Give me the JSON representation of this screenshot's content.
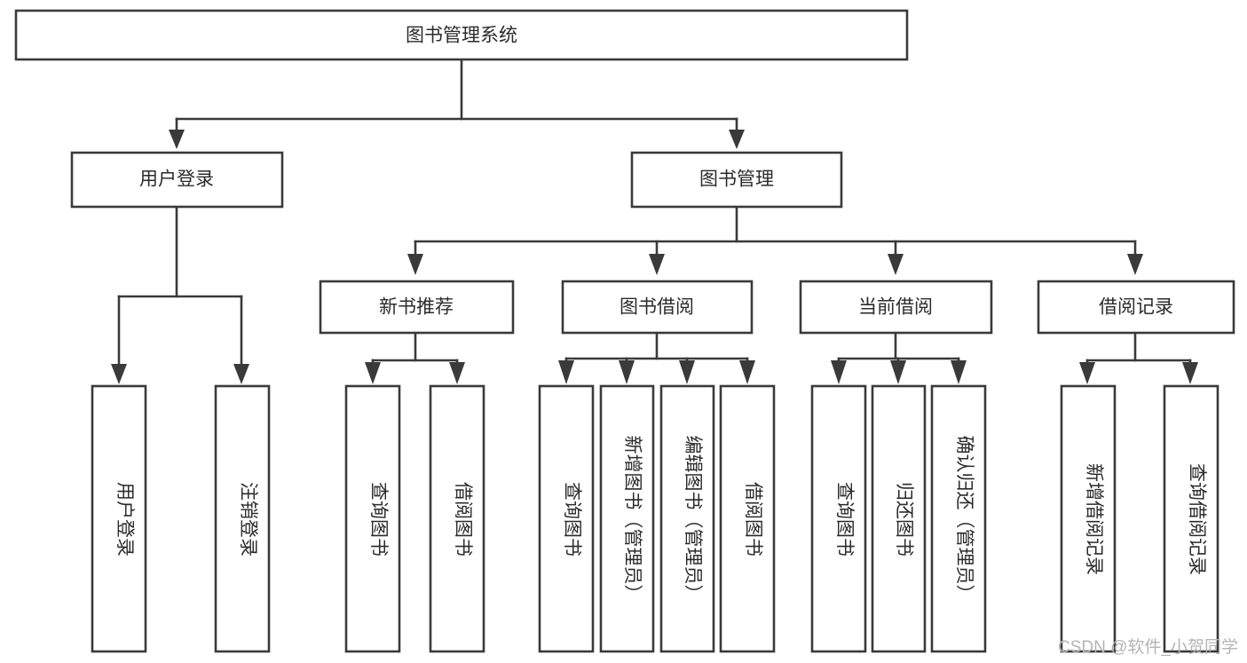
{
  "diagram": {
    "title": "图书管理系统",
    "type": "tree",
    "orientation": "top-down",
    "colors": {
      "stroke": "#3a3a3a",
      "fill": "#ffffff",
      "text": "#2b2b2b",
      "background": "#ffffff",
      "watermark": "#b4b4b4"
    },
    "root": {
      "label": "图书管理系统"
    },
    "level1": [
      {
        "label": "用户登录"
      },
      {
        "label": "图书管理"
      }
    ],
    "level2": [
      {
        "label": "新书推荐",
        "parent": "图书管理"
      },
      {
        "label": "图书借阅",
        "parent": "图书管理"
      },
      {
        "label": "当前借阅",
        "parent": "图书管理"
      },
      {
        "label": "借阅记录",
        "parent": "图书管理"
      }
    ],
    "leaves": {
      "user_login": [
        {
          "label": "用户登录"
        },
        {
          "label": "注销登录"
        }
      ],
      "new_book": [
        {
          "label": "查询图书"
        },
        {
          "label": "借阅图书"
        }
      ],
      "book_borrow": [
        {
          "label": "查询图书"
        },
        {
          "label": "新增图书（管理员）"
        },
        {
          "label": "编辑图书（管理员）"
        },
        {
          "label": "借阅图书"
        }
      ],
      "current_borrow": [
        {
          "label": "查询图书"
        },
        {
          "label": "归还图书"
        },
        {
          "label": "确认归还（管理员）"
        }
      ],
      "borrow_record": [
        {
          "label": "新增借阅记录"
        },
        {
          "label": "查询借阅记录"
        }
      ]
    }
  },
  "watermark": {
    "text": "CSDN @软件_小贺同学"
  }
}
